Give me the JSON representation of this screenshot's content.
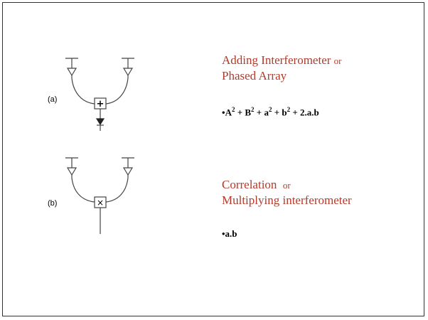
{
  "panel_a": {
    "label": "(a)",
    "combiner_symbol": "+",
    "title_line1": "Adding Interferometer",
    "title_connector": "or",
    "title_line2": "Phased Array",
    "formula": {
      "bullet": "•",
      "t1": "A",
      "t2": "B",
      "t3": "a",
      "t4": "b",
      "exp": "2",
      "plus": " + ",
      "tail": "2.a.b"
    }
  },
  "panel_b": {
    "label": "(b)",
    "combiner_symbol": "×",
    "title_line1": "Correlation",
    "title_connector": "or",
    "title_line2": "Multiplying interferometer",
    "formula": "•a.b"
  },
  "colors": {
    "heading": "#b23a2a",
    "lines": "#444444",
    "frame": "#333333"
  }
}
